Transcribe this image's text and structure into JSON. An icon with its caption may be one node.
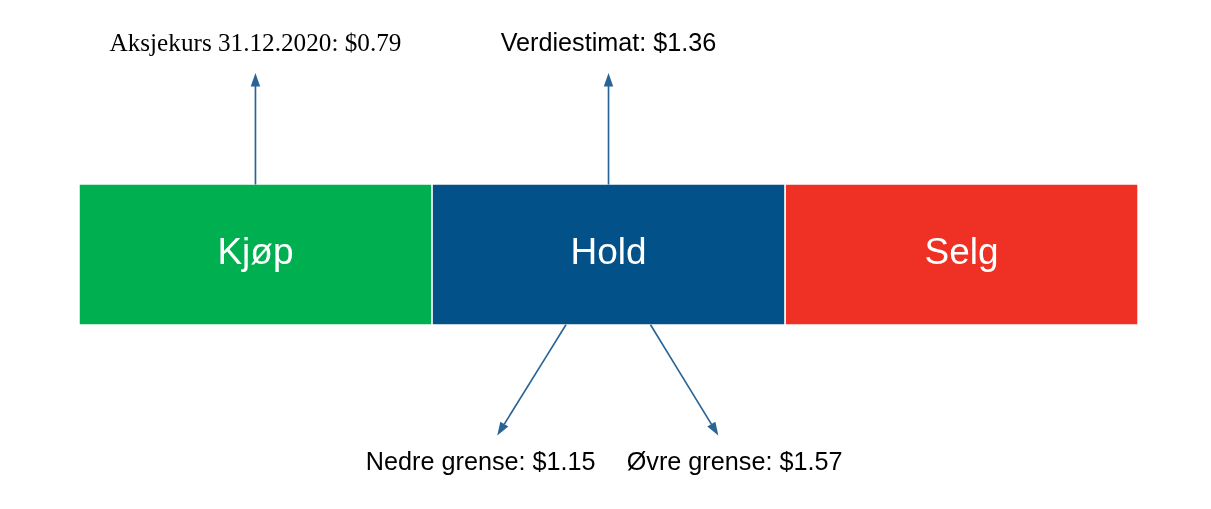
{
  "diagram": {
    "nodes": [
      {
        "text": [
          "Aksjekurs 31.12.2020: $0.79"
        ]
      },
      {
        "text": [
          "Verdiestimat: $1.36"
        ]
      },
      {
        "text": [
          "Kjøp"
        ]
      },
      {
        "text": [
          "Hold"
        ]
      },
      {
        "text": [
          "Selg"
        ]
      },
      {
        "text": [
          "Nedre grense: $1.15"
        ]
      },
      {
        "text": [
          "Øvre grense: $1.57"
        ]
      }
    ],
    "edges": [
      {
        "from": 2,
        "to": 0,
        "arrow": "to"
      },
      {
        "from": 3,
        "to": 1,
        "arrow": "to"
      },
      {
        "from": 3,
        "to": 5,
        "arrow": "to"
      },
      {
        "from": 3,
        "to": 6,
        "arrow": "to"
      }
    ]
  }
}
